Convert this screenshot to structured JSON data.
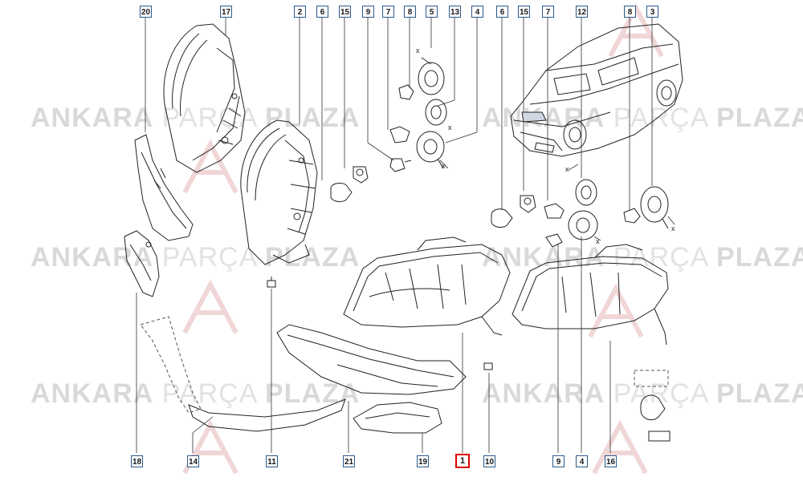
{
  "watermark": {
    "brand": "ANKARA",
    "middle": "PARÇA",
    "end": "PLAZA"
  },
  "callouts": {
    "c20": "20",
    "c17": "17",
    "c2": "2",
    "c6a": "6",
    "c15a": "15",
    "c9a": "9",
    "c7a": "7",
    "c8a": "8",
    "c5": "5",
    "c13": "13",
    "c4a": "4",
    "c6b": "6",
    "c15b": "15",
    "c7b": "7",
    "c12": "12",
    "c8b": "8",
    "c3": "3",
    "c18": "18",
    "c14": "14",
    "c11": "11",
    "c21": "21",
    "c19": "19",
    "c1": "1",
    "c10": "10",
    "c9b": "9",
    "c4b": "4",
    "c16": "16"
  },
  "marks": {
    "x": "x"
  }
}
